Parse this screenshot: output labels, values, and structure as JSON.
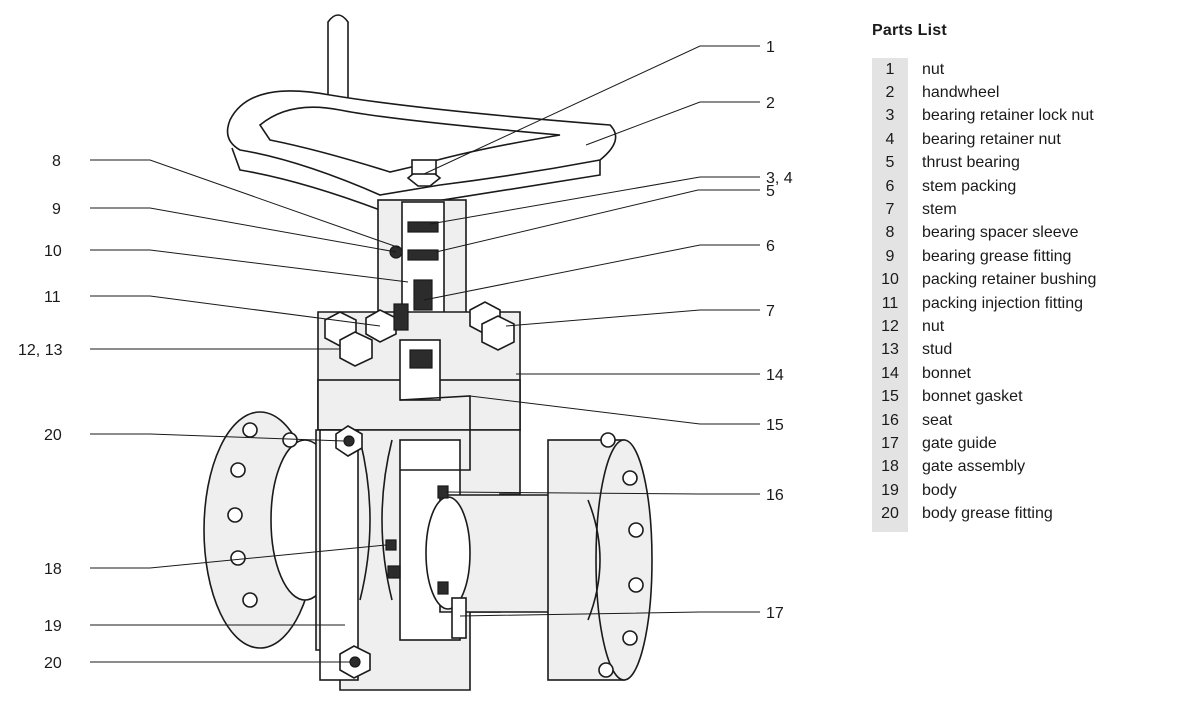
{
  "parts_list": {
    "title": "Parts List",
    "items": [
      {
        "num": "1",
        "name": "nut"
      },
      {
        "num": "2",
        "name": "handwheel"
      },
      {
        "num": "3",
        "name": "bearing retainer lock nut"
      },
      {
        "num": "4",
        "name": "bearing retainer nut"
      },
      {
        "num": "5",
        "name": "thrust bearing"
      },
      {
        "num": "6",
        "name": "stem packing"
      },
      {
        "num": "7",
        "name": "stem"
      },
      {
        "num": "8",
        "name": "bearing spacer sleeve"
      },
      {
        "num": "9",
        "name": "bearing grease fitting"
      },
      {
        "num": "10",
        "name": "packing retainer bushing"
      },
      {
        "num": "11",
        "name": "packing injection fitting"
      },
      {
        "num": "12",
        "name": "nut"
      },
      {
        "num": "13",
        "name": "stud"
      },
      {
        "num": "14",
        "name": "bonnet"
      },
      {
        "num": "15",
        "name": "bonnet gasket"
      },
      {
        "num": "16",
        "name": "seat"
      },
      {
        "num": "17",
        "name": "gate guide"
      },
      {
        "num": "18",
        "name": "gate assembly"
      },
      {
        "num": "19",
        "name": "body"
      },
      {
        "num": "20",
        "name": "body grease fitting"
      }
    ]
  },
  "callouts": {
    "left": [
      "8",
      "9",
      "10",
      "11",
      "12, 13",
      "20",
      "18",
      "19",
      "20"
    ],
    "right": [
      "1",
      "2",
      "3, 4",
      "5",
      "6",
      "7",
      "14",
      "15",
      "16",
      "17"
    ]
  }
}
